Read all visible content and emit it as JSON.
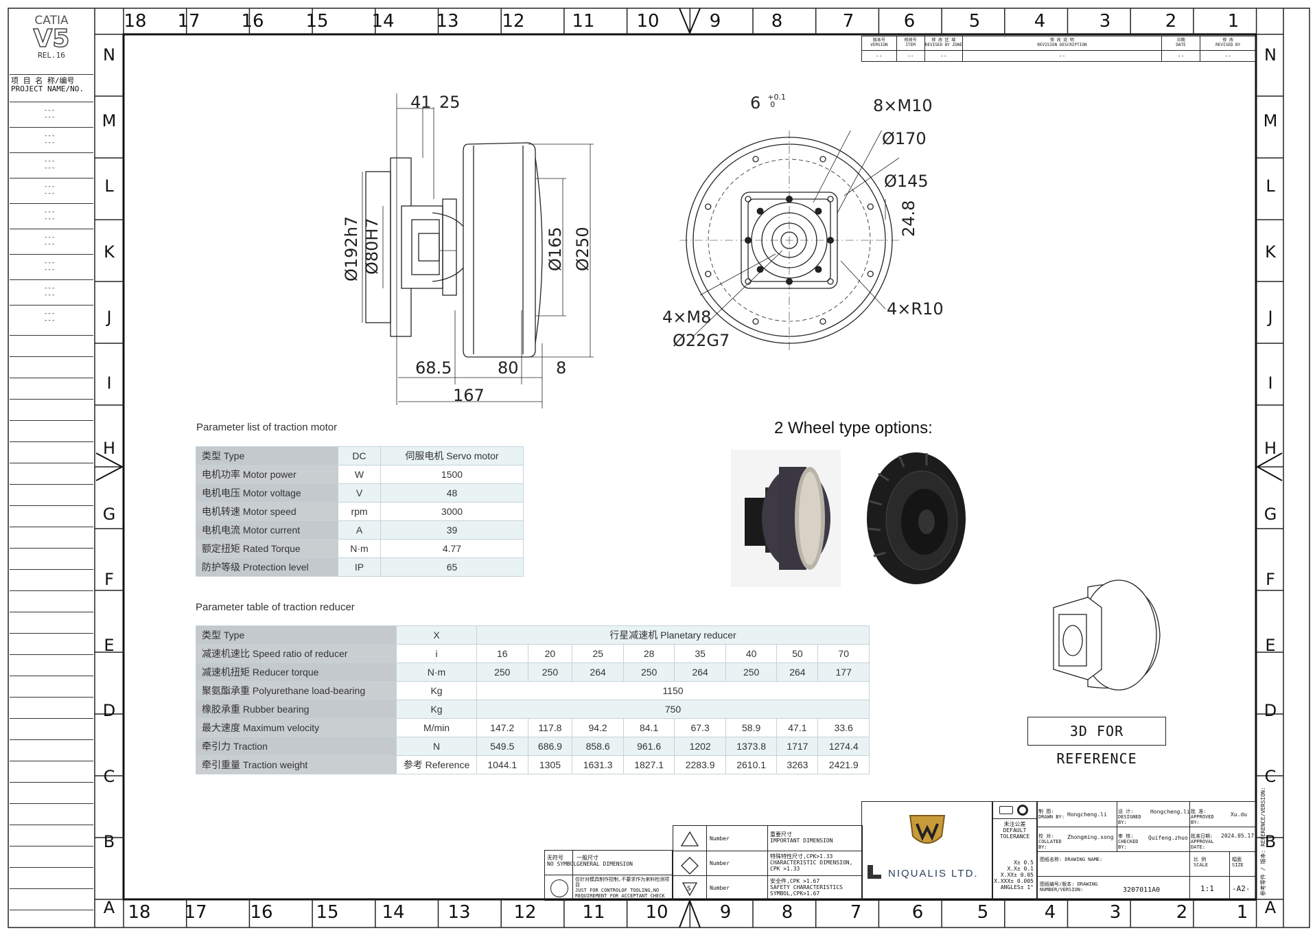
{
  "logo": {
    "brand": "CATIA",
    "version": "V5",
    "release": "REL.16"
  },
  "project": {
    "label_cn": "项 目 名 称/编号",
    "label_en": "PROJECT NAME/NO.",
    "entries": [
      "---",
      "---",
      "---",
      "---",
      "---",
      "---",
      "---",
      "---",
      "---",
      "---",
      "---",
      "---",
      "---",
      "---",
      "---",
      "---",
      "---",
      "---"
    ]
  },
  "border": {
    "numbers_top": [
      "18",
      "17",
      "16",
      "15",
      "14",
      "13",
      "12",
      "11",
      "10",
      "9",
      "8",
      "7",
      "6",
      "5",
      "4",
      "3",
      "2",
      "1"
    ],
    "letters": [
      "N",
      "M",
      "L",
      "K",
      "J",
      "I",
      "H",
      "G",
      "F",
      "E",
      "D",
      "C",
      "B",
      "A"
    ]
  },
  "revision": {
    "headers": [
      {
        "cn": "版本号",
        "en": "VERSION"
      },
      {
        "cn": "修改号",
        "en": "ITEM"
      },
      {
        "cn": "修 改 区 域",
        "en": "REVISED BY ZONE"
      },
      {
        "cn": "修 改 说 明",
        "en": "REVISION DESCRIPTION"
      },
      {
        "cn": "日期",
        "en": "DATE"
      },
      {
        "cn": "修 改",
        "en": "REVISED BY"
      }
    ],
    "values": [
      "--",
      "--",
      "--",
      "--",
      "--",
      "--"
    ]
  },
  "side_view": {
    "dims": {
      "d41": "41",
      "d25": "25",
      "d192": "Ø192h7",
      "d80": "Ø80H7",
      "d165": "Ø165",
      "d250": "Ø250",
      "d685": "68.5",
      "d80w": "80",
      "d8": "8",
      "d167": "167"
    }
  },
  "front_view": {
    "dims": {
      "tol_base": "6",
      "tol_up": "+0.1",
      "tol_low": "0",
      "m10": "8×M10",
      "d170": "Ø170",
      "d145": "Ø145",
      "d248": "24.8",
      "r10": "4×R10",
      "m8": "4×M8",
      "d22": "Ø22G7"
    }
  },
  "motor_table": {
    "title": "Parameter list of traction motor",
    "rows": [
      [
        "类型 Type",
        "DC",
        "伺服电机 Servo motor"
      ],
      [
        "电机功率 Motor power",
        "W",
        "1500"
      ],
      [
        "电机电压 Motor voltage",
        "V",
        "48"
      ],
      [
        "电机转速 Motor speed",
        "rpm",
        "3000"
      ],
      [
        "电机电流 Motor current",
        "A",
        "39"
      ],
      [
        "额定扭矩 Rated Torque",
        "N·m",
        "4.77"
      ],
      [
        "防护等级 Protection level",
        "IP",
        "65"
      ]
    ]
  },
  "reducer_table": {
    "title": "Parameter table of traction reducer",
    "type_row": [
      "类型 Type",
      "X",
      "行星减速机 Planetary reducer"
    ],
    "rows": [
      {
        "label": "减速机速比 Speed ratio of reducer",
        "unit": "i",
        "values": [
          "16",
          "20",
          "25",
          "28",
          "35",
          "40",
          "50",
          "70"
        ]
      },
      {
        "label": "减速机扭矩 Reducer torque",
        "unit": "N·m",
        "values": [
          "250",
          "250",
          "264",
          "250",
          "264",
          "250",
          "264",
          "177"
        ]
      },
      {
        "label": "聚氨酯承重 Polyurethane load-bearing",
        "unit": "Kg",
        "merged": "1150"
      },
      {
        "label": "橡胶承重 Rubber bearing",
        "unit": "Kg",
        "merged": "750"
      },
      {
        "label": "最大速度 Maximum velocity",
        "unit": "M/min",
        "values": [
          "147.2",
          "117.8",
          "94.2",
          "84.1",
          "67.3",
          "58.9",
          "47.1",
          "33.6"
        ]
      },
      {
        "label": "牵引力 Traction",
        "unit": "N",
        "values": [
          "549.5",
          "686.9",
          "858.6",
          "961.6",
          "1202",
          "1373.8",
          "1717",
          "1274.4"
        ]
      },
      {
        "label": "牵引重量 Traction weight",
        "unit": "参考 Reference",
        "values": [
          "1044.1",
          "1305",
          "1631.3",
          "1827.1",
          "2283.9",
          "2610.1",
          "3263",
          "2421.9"
        ]
      }
    ]
  },
  "wheel_options": {
    "title": "2 Wheel type options:"
  },
  "reference_3d": {
    "label": "3D FOR REFERENCE"
  },
  "symbols": {
    "none_cn": "无符号",
    "none_en": "NO SYMBOL",
    "general_cn": "一般尺寸",
    "general_en": "GENERAL DIMENSION",
    "circle_cn": "仅针对模具制作控制,不要求作为来料检测项目",
    "circle_en": "JUST FOR CONTROLOF TOOLING,NO REQUIREMENT FOR ACCEPTANT CHECK",
    "number": "Number",
    "important_cn": "重要尺寸",
    "important_en": "IMPORTANT DIMENSION",
    "char_cn": "特殊特性尺寸,CPK>1.33",
    "char_en": "CHARACTERISTIC DIMENSION, CPK >1.33",
    "safety_cn": "安全件,CPK >1.67",
    "safety_en": "SAFETY CHARACTERISTICS SYMBOL,CPK>1.67"
  },
  "company": {
    "name": "NIQUALIS LTD."
  },
  "tolerance": {
    "cn": "未注公差",
    "en": "DEFAULT TOLERANCE",
    "lines": [
      "X± 0.5",
      "X.X± 0.1",
      "X.XX± 0.05",
      "X.XXX± 0.005",
      "ANGLES± 1°"
    ]
  },
  "title_block": {
    "drawn_lbl": "制 图: DRAWN BY:",
    "drawn": "Hongcheng.li",
    "designed_lbl": "设 计: DESIGNED BY:",
    "designed": "Hongcheng.li",
    "approved_lbl": "批 准: APPROVED BY:",
    "approved": "Xu.du",
    "collated_lbl": "校 对: COLLATED BY:",
    "collated": "Zhongming.song",
    "checked_lbl": "审 核: CHECKED BY:",
    "checked": "Quifeng.zhuo",
    "date_lbl": "批准日期: APPROVAL DATE:",
    "date": "2024.05.17",
    "name_lbl": "图纸名称: DRAWING NAME:",
    "number_lbl": "图纸编号/版本: DRAWING NUMBER/VERSION:",
    "number": "3207011A0",
    "scale_lbl": "比 例 SCALE",
    "scale": "1:1",
    "size_lbl": "幅面 SIZE",
    "size": "-A2-",
    "ref_lbl": "参考零件 / 版本: REFERENCE/VERSION:"
  }
}
